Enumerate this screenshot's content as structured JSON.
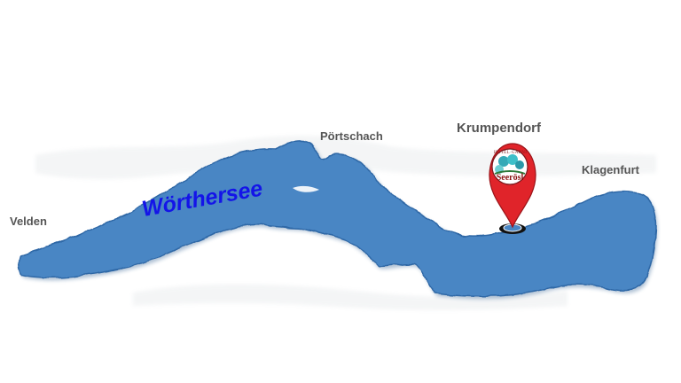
{
  "map": {
    "lake_name": "Wörthersee",
    "towns": {
      "velden": "Velden",
      "poertschach": "Pörtschach",
      "krumpendorf": "Krumpendorf",
      "klagenfurt": "Klagenfurt"
    },
    "marker": {
      "logo_arc_text": "HOTEL·GARNI",
      "logo_name": "Seerösl",
      "pin_color": "#e0242a"
    },
    "colors": {
      "lake_fill": "#4a86c4",
      "lake_edge": "#2f67a6",
      "lake_label": "#1414e8",
      "town_label": "#555555"
    }
  }
}
